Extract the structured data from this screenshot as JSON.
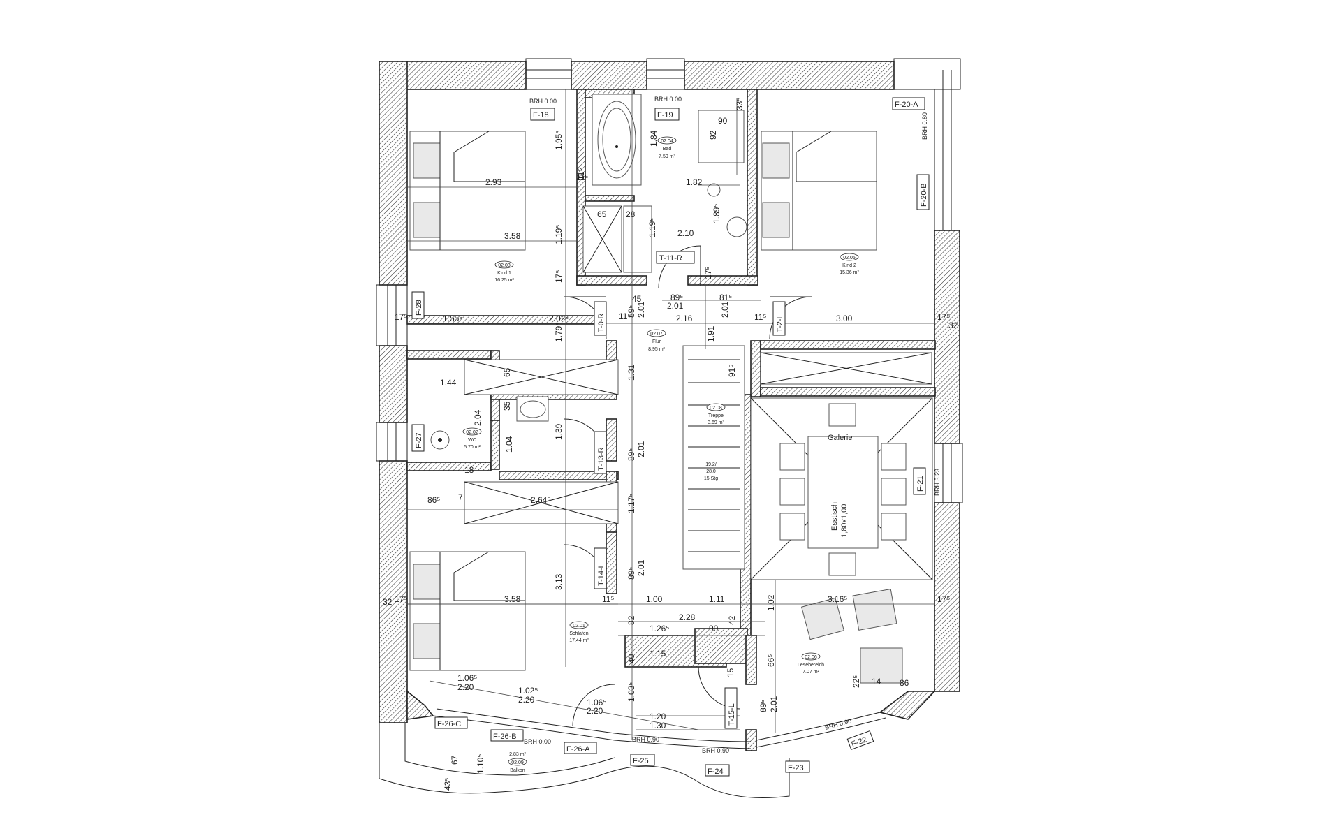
{
  "rooms": [
    {
      "id": "02.03",
      "name": "Kind 1",
      "area": "16.25 m²"
    },
    {
      "id": "02.04",
      "name": "Bad",
      "area": "7.59 m²"
    },
    {
      "id": "02.05",
      "name": "Kind 2",
      "area": "15.36 m²"
    },
    {
      "id": "02.07",
      "name": "Flur",
      "area": "8.95 m²"
    },
    {
      "id": "02.02",
      "name": "WC",
      "area": "5.70 m²"
    },
    {
      "id": "02.08",
      "name": "Treppe",
      "area": "3.69 m²"
    },
    {
      "id": "02.01",
      "name": "Schlafen",
      "area": "17.44 m²"
    },
    {
      "id": "02.06",
      "name": "Lesebereich",
      "area": "7.07 m²"
    },
    {
      "id": "02.09",
      "name": "Balkon",
      "area": "2.83 m²"
    }
  ],
  "windows": [
    "F-18",
    "F-19",
    "F-20-A",
    "F-20-B",
    "F-28",
    "F-27",
    "F-21",
    "F-26-C",
    "F-26-B",
    "F-26-A",
    "F-25",
    "F-24",
    "F-23",
    "F-22"
  ],
  "doors": [
    "T-11-R",
    "T-0-R",
    "T-2-L",
    "T-13-R",
    "T-14-L",
    "T-15-L"
  ],
  "brh": {
    "f18": "BRH 0.00",
    "f19": "BRH 0.00",
    "f20a": "BRH 0.80",
    "f21": "BRH 3.23",
    "f26b": "BRH 0.00",
    "f25": "BRH 0.90",
    "f24": "BRH 0.90",
    "f22": "BRH 0.90"
  },
  "stair": {
    "line1": "19,2/",
    "line2": "28,0",
    "line3": "15 Stg"
  },
  "labels": {
    "galerie": "Galerie",
    "esstisch_1": "Esstisch",
    "esstisch_2": "1,80x1,00"
  },
  "dimensions_h": [
    {
      "key": "d1",
      "text": "2.93"
    },
    {
      "key": "d2",
      "text": "3.58"
    },
    {
      "key": "d3",
      "text": "1.82"
    },
    {
      "key": "d4",
      "text": "65"
    },
    {
      "key": "d5",
      "text": "2.10"
    },
    {
      "key": "d6",
      "text": "89⁵"
    },
    {
      "key": "d7",
      "text": "2.01"
    },
    {
      "key": "d8",
      "text": "81⁵"
    },
    {
      "key": "d9",
      "text": "45"
    },
    {
      "key": "d10",
      "text": "1.55⁵"
    },
    {
      "key": "d11",
      "text": "2.02⁵"
    },
    {
      "key": "d12",
      "text": "2.16"
    },
    {
      "key": "d13",
      "text": "3.00"
    },
    {
      "key": "d14",
      "text": "1.44"
    },
    {
      "key": "d15",
      "text": "86⁵"
    },
    {
      "key": "d16",
      "text": "2.64⁵"
    },
    {
      "key": "d17",
      "text": "3.58"
    },
    {
      "key": "d18",
      "text": "1.00"
    },
    {
      "key": "d19",
      "text": "1.11"
    },
    {
      "key": "d20",
      "text": "3.16⁵"
    },
    {
      "key": "d21",
      "text": "2.28"
    },
    {
      "key": "d22",
      "text": "90"
    },
    {
      "key": "d23",
      "text": "1.26⁵"
    },
    {
      "key": "d24",
      "text": "1.15"
    },
    {
      "key": "d25",
      "text": "1.06⁵"
    },
    {
      "key": "d26",
      "text": "2.20"
    },
    {
      "key": "d27",
      "text": "1.02⁵"
    },
    {
      "key": "d28",
      "text": "2.20"
    },
    {
      "key": "d29",
      "text": "1.06⁵"
    },
    {
      "key": "d30",
      "text": "2.20"
    },
    {
      "key": "d31",
      "text": "1.20"
    },
    {
      "key": "d32",
      "text": "1.30"
    },
    {
      "key": "d33",
      "text": "14"
    },
    {
      "key": "d34",
      "text": "86"
    },
    {
      "key": "d35",
      "text": "90"
    },
    {
      "key": "d36",
      "text": "28"
    },
    {
      "key": "d37",
      "text": "11⁵"
    },
    {
      "key": "d38",
      "text": "17⁵"
    },
    {
      "key": "d39",
      "text": "17⁵"
    },
    {
      "key": "d40",
      "text": "32"
    },
    {
      "key": "d41",
      "text": "32"
    },
    {
      "key": "d42",
      "text": "17⁵"
    },
    {
      "key": "d43",
      "text": "17⁵"
    },
    {
      "key": "d44",
      "text": "11⁵"
    },
    {
      "key": "d45",
      "text": "11⁵"
    },
    {
      "key": "d46",
      "text": "11⁵"
    },
    {
      "key": "d47",
      "text": "7"
    },
    {
      "key": "d48",
      "text": "18"
    }
  ],
  "dimensions_v": [
    {
      "key": "v1",
      "text": "1.95⁵"
    },
    {
      "key": "v2",
      "text": "1.84"
    },
    {
      "key": "v3",
      "text": "92"
    },
    {
      "key": "v4",
      "text": "33⁵"
    },
    {
      "key": "v5",
      "text": "1.89⁵"
    },
    {
      "key": "v6",
      "text": "1.19⁵"
    },
    {
      "key": "v7",
      "text": "1.19⁵"
    },
    {
      "key": "v8",
      "text": "17⁵"
    },
    {
      "key": "v9",
      "text": "1.79⁵"
    },
    {
      "key": "v10",
      "text": "2.01"
    },
    {
      "key": "v11",
      "text": "89⁵"
    },
    {
      "key": "v12",
      "text": "1.91"
    },
    {
      "key": "v13",
      "text": "2.01"
    },
    {
      "key": "v14",
      "text": "1.31"
    },
    {
      "key": "v15",
      "text": "91⁵"
    },
    {
      "key": "v16",
      "text": "65"
    },
    {
      "key": "v17",
      "text": "35"
    },
    {
      "key": "v18",
      "text": "2.04"
    },
    {
      "key": "v19",
      "text": "1.04"
    },
    {
      "key": "v20",
      "text": "1.39"
    },
    {
      "key": "v21",
      "text": "89⁵"
    },
    {
      "key": "v22",
      "text": "2.01"
    },
    {
      "key": "v23",
      "text": "1.17⁵"
    },
    {
      "key": "v24",
      "text": "3.13"
    },
    {
      "key": "v25",
      "text": "89⁵"
    },
    {
      "key": "v26",
      "text": "2.01"
    },
    {
      "key": "v27",
      "text": "82"
    },
    {
      "key": "v28",
      "text": "42"
    },
    {
      "key": "v29",
      "text": "1.02"
    },
    {
      "key": "v30",
      "text": "66⁵"
    },
    {
      "key": "v31",
      "text": "1.03⁵"
    },
    {
      "key": "v32",
      "text": "89⁵"
    },
    {
      "key": "v33",
      "text": "2.01"
    },
    {
      "key": "v34",
      "text": "67"
    },
    {
      "key": "v35",
      "text": "1.10⁵"
    },
    {
      "key": "v36",
      "text": "43⁵"
    },
    {
      "key": "v37",
      "text": "15"
    },
    {
      "key": "v38",
      "text": "40"
    },
    {
      "key": "v39",
      "text": "22⁵"
    },
    {
      "key": "v40",
      "text": "11⁵"
    },
    {
      "key": "v41",
      "text": "17⁵"
    }
  ]
}
